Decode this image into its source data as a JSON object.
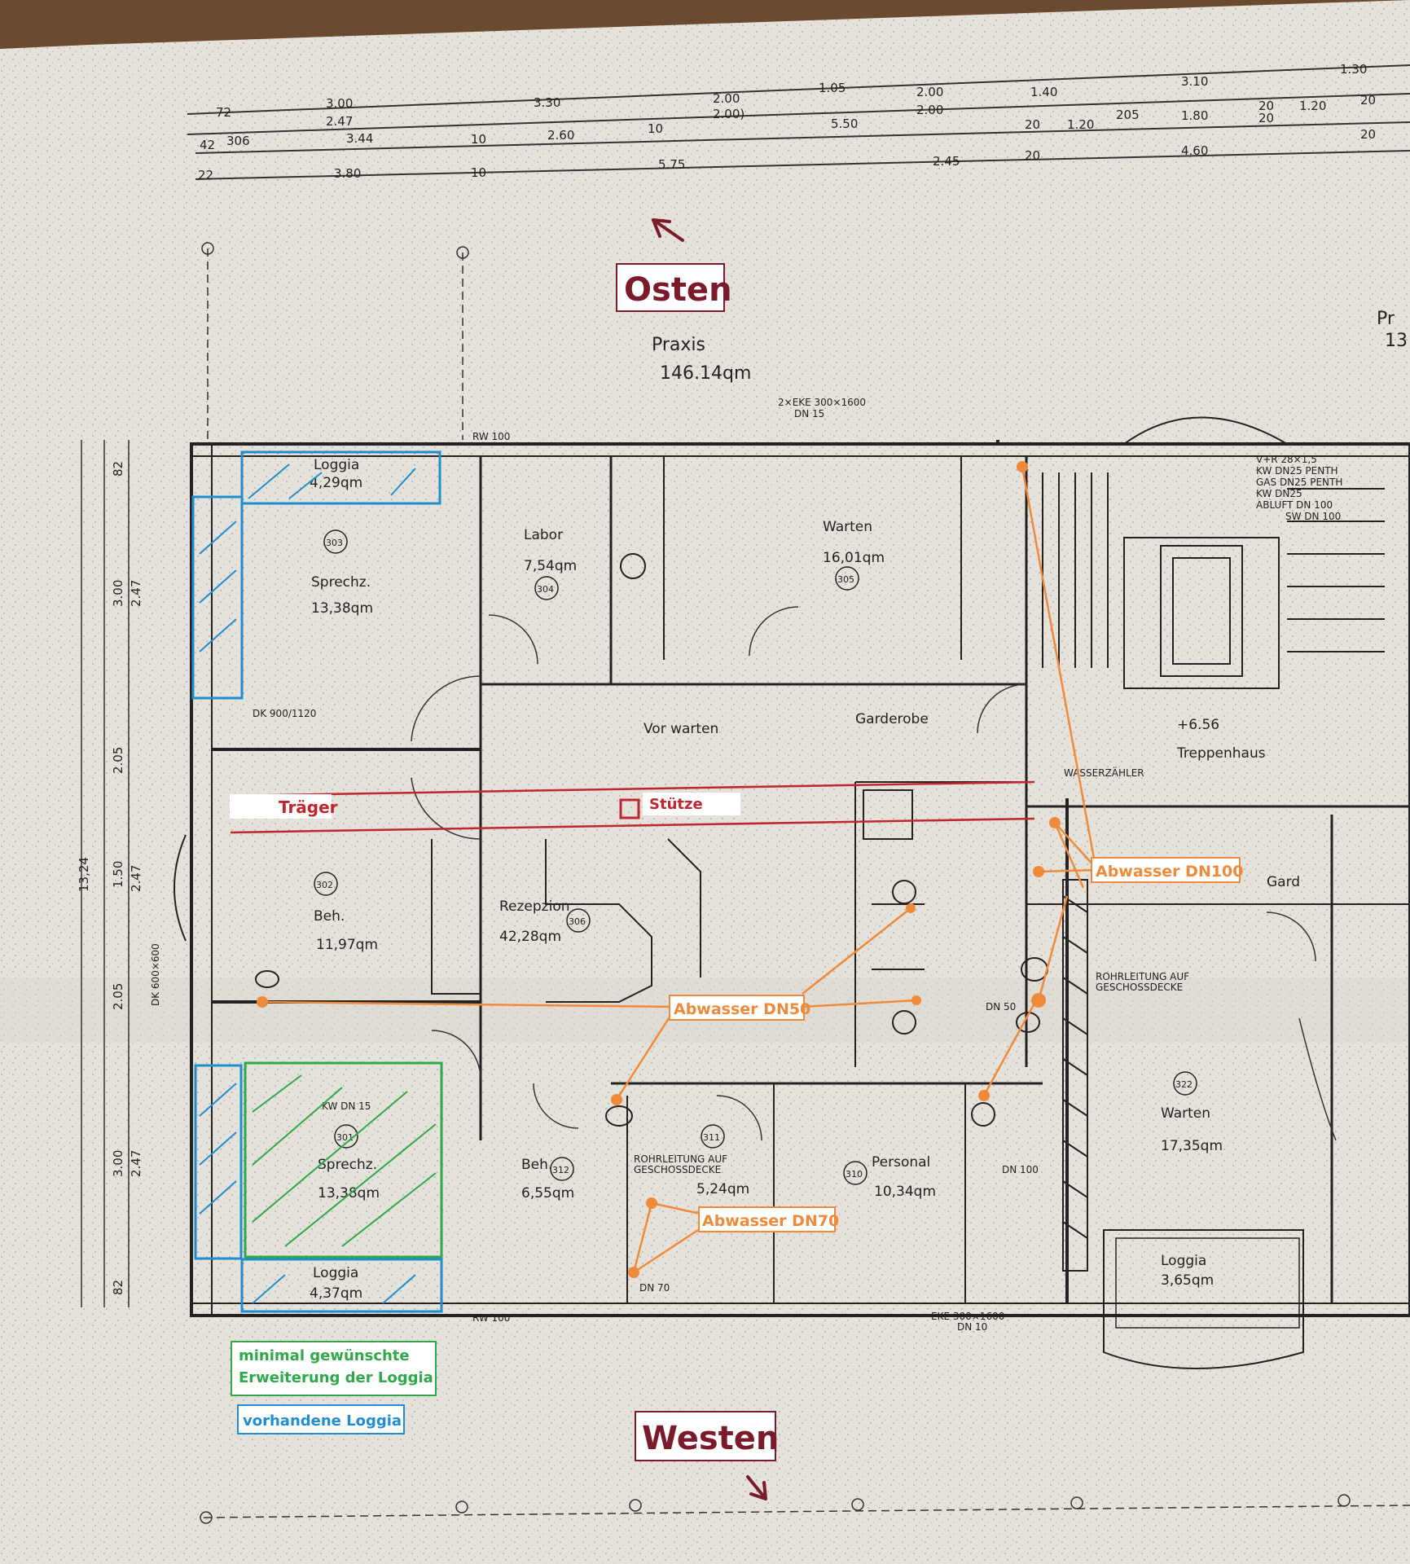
{
  "orientation": {
    "north_label": "Osten",
    "south_label": "Westen"
  },
  "building_labels": {
    "unit_name": "Praxis",
    "unit_area": "146.14qm",
    "partial_right": "Pr",
    "partial_right_num": "13"
  },
  "dimensions": {
    "top_row1": [
      "72",
      "3.00",
      "3.30",
      "2.00",
      "1.05",
      "2.00",
      "1.40",
      "3.10",
      "1.30"
    ],
    "top_row2": [
      "2.47",
      "2.00)",
      "5.50",
      "2.00",
      "1.20",
      "205",
      "1.80",
      "20",
      "1.20",
      "20"
    ],
    "top_row3": [
      "42",
      "306",
      "3.44",
      "10",
      "2.60",
      "10",
      "20",
      "20",
      "4.60",
      "20"
    ],
    "top_row4": [
      "22",
      "3.80",
      "10",
      "5.75",
      "2.45",
      "20"
    ],
    "left_outer": [
      "82",
      "3.00",
      "2.05",
      "1.50",
      "2.05",
      "3.00",
      "82"
    ],
    "left_inner": [
      "2.47",
      "2.47",
      "2.47"
    ],
    "left_total": "13,24"
  },
  "rooms": [
    {
      "name": "Loggia",
      "area": "4,29qm"
    },
    {
      "name": "Sprechz.",
      "area": "13,38qm",
      "num": "303"
    },
    {
      "name": "Labor",
      "area": "7,54qm",
      "num": "304"
    },
    {
      "name": "Warten",
      "area": "16,01qm",
      "num": "305"
    },
    {
      "name": "Vor warten",
      "area": ""
    },
    {
      "name": "Garderobe",
      "area": ""
    },
    {
      "name": "Treppenhaus",
      "area": "+6.56"
    },
    {
      "name": "Beh.",
      "area": "11,97qm",
      "num": "302"
    },
    {
      "name": "Rezepzion",
      "area": "42,28qm",
      "num": "306"
    },
    {
      "name": "Sprechz.",
      "area": "13,38qm",
      "num": "301"
    },
    {
      "name": "Beh.",
      "area": "6,55qm",
      "num": "312"
    },
    {
      "name": "5,24qm",
      "area": "",
      "num": "311"
    },
    {
      "name": "Personal",
      "area": "10,34qm",
      "num": "310"
    },
    {
      "name": "Warten",
      "area": "17,35qm",
      "num": "322"
    },
    {
      "name": "Loggia",
      "area": "4,37qm"
    },
    {
      "name": "Loggia",
      "area": "3,65qm"
    },
    {
      "name": "Gard",
      "area": ""
    }
  ],
  "plan_notes": {
    "ekm_top": "2×EKE 300×1600",
    "dn15_top": "DN 15",
    "rw_top": "RW 100",
    "rw_bottom": "RW 100",
    "wasserzaehler": "WASSERZÄHLER",
    "rohrleitung_1": "ROHRLEITUNG AUF",
    "rohrleitung_2": "GESCHOSSDECKE",
    "rohrleitung_mid_1": "ROHRLEITUNG AUF",
    "rohrleitung_mid_2": "GESCHOSSDECKE",
    "kw_dn15": "KW DN 15",
    "dk_900": "DK 900/1120",
    "dk_600": "DK 600×600",
    "eke_bottom": "EKE 300×1600",
    "dn10": "DN 10",
    "stair_pipes": [
      "V+R 28×1,5",
      "KW DN25 PENTH",
      "GAS DN25 PENTH",
      "KW DN25",
      "ABLUFT DN 100",
      "SW DN 100"
    ],
    "dn100": "DN 100",
    "dn70": "DN 70",
    "dn50": "DN 50"
  },
  "annotations": {
    "traeger": "Träger",
    "stuetze": "Stütze",
    "abwasser_dn100": "Abwasser DN100",
    "abwasser_dn50": "Abwasser DN50",
    "abwasser_dn70": "Abwasser DN70",
    "legend_green_1": "minimal gewünschte",
    "legend_green_2": "Erweiterung der Loggia",
    "legend_blue": "vorhandene Loggia"
  },
  "colors": {
    "red": "#c0262d",
    "darkred": "#7a1a2a",
    "orange": "#ef8a3a",
    "green": "#2fa84a",
    "blue": "#1f8ed1",
    "paper": "#e6e4dc",
    "ink": "#2a2a2a"
  }
}
